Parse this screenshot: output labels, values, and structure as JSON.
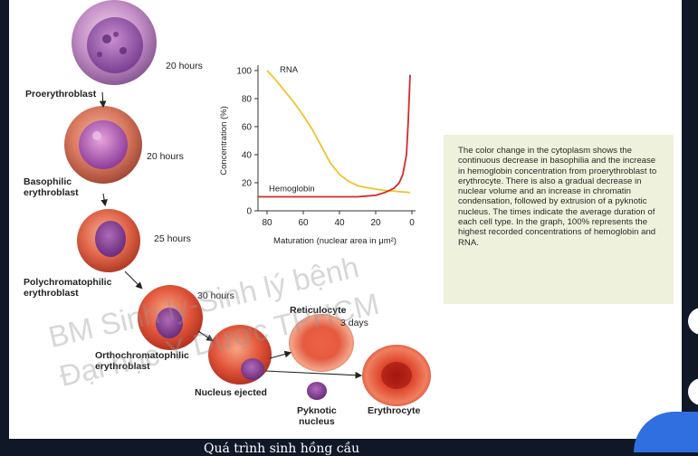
{
  "cells": {
    "proerythroblast": {
      "label": "Proerythroblast",
      "time": "20 hours"
    },
    "basophilic": {
      "label_line1": "Basophilic",
      "label_line2": "erythroblast",
      "time": "20 hours"
    },
    "polychromatophilic": {
      "label_line1": "Polychromatophilic",
      "label_line2": "erythroblast",
      "time": "25 hours"
    },
    "orthochromatophilic": {
      "label_line1": "Orthochromatophilic",
      "label_line2": "erythroblast",
      "time": "30 hours"
    },
    "nucleus_ejected": {
      "label": "Nucleus ejected"
    },
    "reticulocyte": {
      "label": "Reticulocyte",
      "time": "3 days"
    },
    "pyknotic": {
      "label_line1": "Pyknotic",
      "label_line2": "nucleus"
    },
    "erythrocyte": {
      "label": "Erythrocyte"
    }
  },
  "chart_data": {
    "type": "line",
    "ylabel": "Concentration (%)",
    "xlabel": "Maturation (nuclear area in μm²)",
    "x_ticks": [
      "80",
      "60",
      "40",
      "20",
      "0"
    ],
    "y_ticks": [
      "0",
      "20",
      "40",
      "60",
      "80",
      "100"
    ],
    "xlim": [
      85,
      0
    ],
    "ylim": [
      0,
      100
    ],
    "series": [
      {
        "name": "RNA",
        "color": "#f2c12e",
        "x": [
          80,
          75,
          70,
          65,
          60,
          55,
          50,
          45,
          40,
          35,
          30,
          25,
          20,
          15,
          10,
          5,
          1
        ],
        "y": [
          100,
          93,
          85,
          77,
          68,
          58,
          46,
          34,
          26,
          21,
          18,
          16.5,
          15.5,
          14.5,
          14,
          13.5,
          13
        ]
      },
      {
        "name": "Hemoglobin",
        "color": "#d42a2a",
        "x": [
          85,
          60,
          40,
          30,
          25,
          20,
          15,
          10,
          7,
          5,
          3,
          2,
          1
        ],
        "y": [
          10,
          10,
          10,
          10,
          10.5,
          11,
          13,
          16,
          20,
          26,
          40,
          65,
          97
        ]
      }
    ]
  },
  "note": {
    "text": "The color change in the cytoplasm shows the continuous decrease in basophilia and the increase in hemoglobin concentration from proerythroblast to erythrocyte. There is also a gradual decrease in nuclear volume and an increase in chromatin condensation, followed by extrusion of a pyknotic nucleus. The times indicate the average duration of each cell type. In the graph, 100% represents the highest recorded concentrations of hemoglobin and RNA."
  },
  "watermark": {
    "line1": "BM Sinh lý-Sinh lý bệnh",
    "line2": "Đại học Y Dược TPHCM"
  },
  "caption": {
    "text": "Quá trình sinh hồng cầu"
  }
}
